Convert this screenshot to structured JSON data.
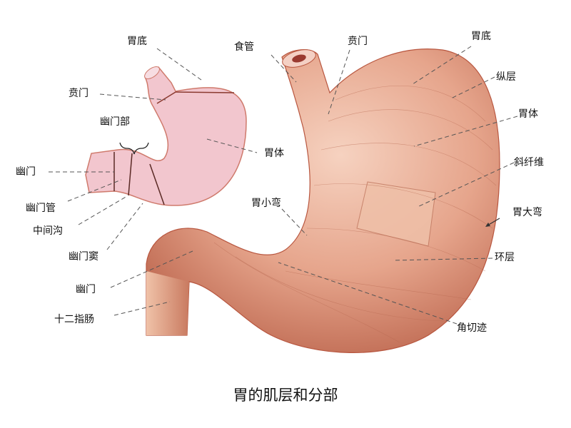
{
  "title": "胃的肌层和分部",
  "small_diagram": {
    "labels": {
      "fundus": "胃底",
      "cardia": "贲门",
      "pyloric_part": "幽门部",
      "pylorus": "幽门",
      "body": "胃体",
      "pyloric_canal": "幽门管",
      "intermediate_sulcus": "中间沟",
      "pyloric_antrum": "幽门窦"
    }
  },
  "large_diagram": {
    "labels": {
      "esophagus": "食管",
      "cardia": "贲门",
      "fundus": "胃底",
      "longitudinal_layer": "纵层",
      "body": "胃体",
      "oblique_fibers": "斜纤维",
      "greater_curvature": "胃大弯",
      "lesser_curvature": "胃小弯",
      "circular_layer": "环层",
      "pylorus": "幽门",
      "duodenum": "十二指肠",
      "angular_incisure": "角切迹"
    }
  },
  "colors": {
    "small_fill": "#f2c6ce",
    "small_stroke": "#c0605a",
    "muscle": "#e3a088",
    "muscle_dark": "#b8563f"
  }
}
